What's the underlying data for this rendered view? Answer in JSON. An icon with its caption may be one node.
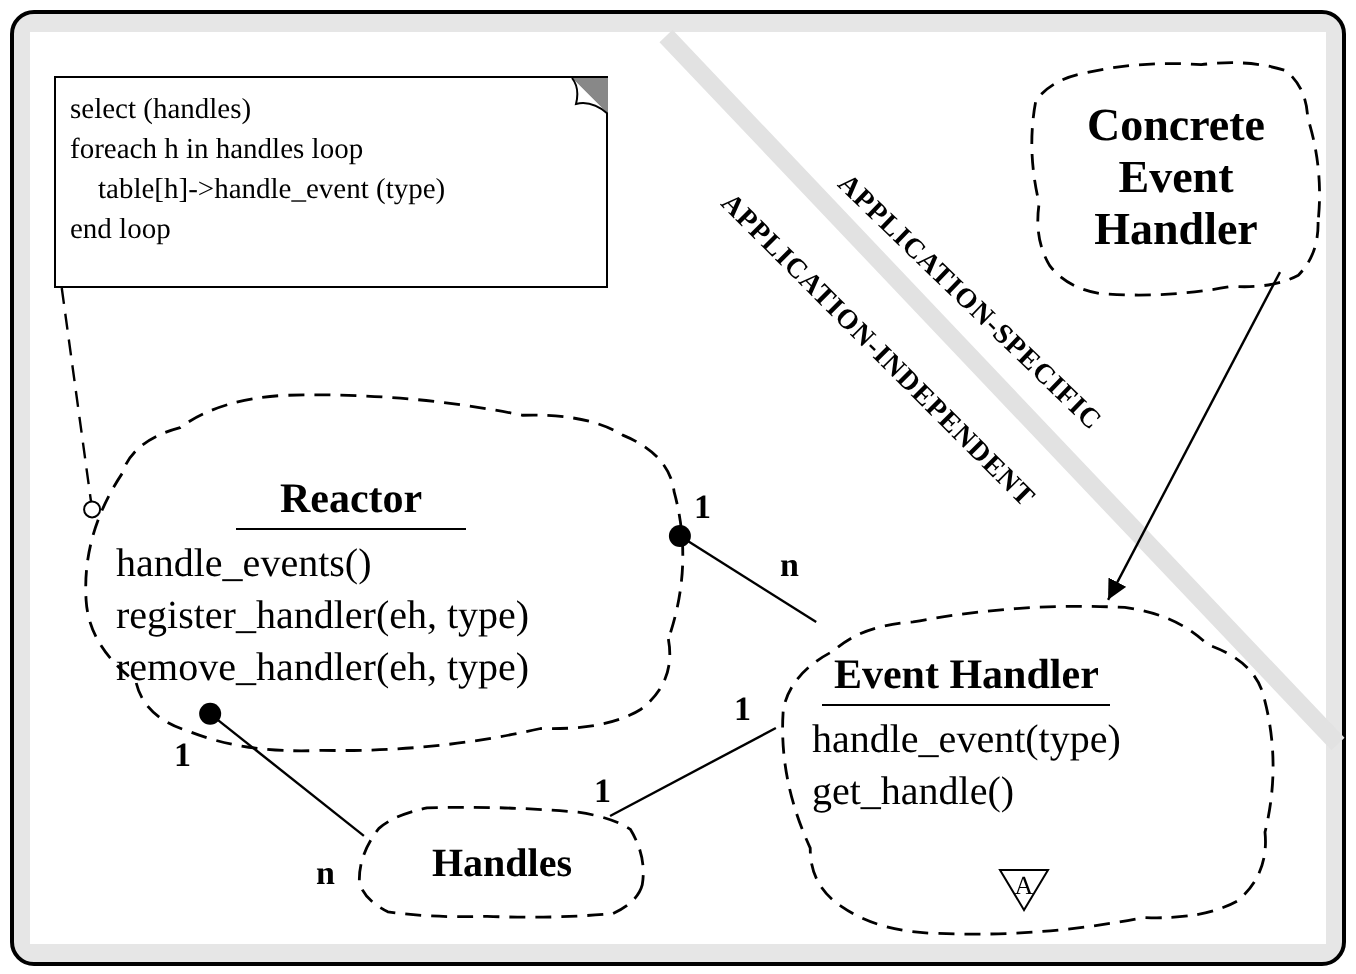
{
  "diagram": {
    "nodes": [
      {
        "text": [
          "select (handles)",
          "foreach h in handles loop",
          "table[h]->handle_event (type)",
          "end loop"
        ]
      },
      {
        "text": [
          "Reactor",
          "handle_events()",
          "register_handler(eh, type)",
          "remove_handler(eh, type)"
        ]
      },
      {
        "text": [
          "Concrete Event Handler"
        ]
      },
      {
        "text": [
          "Event Handler",
          "handle_event(type)",
          "get_handle()",
          "A"
        ]
      },
      {
        "text": [
          "Handles"
        ]
      }
    ],
    "edges": [
      {
        "from": 0,
        "to": 1,
        "arrow": "other",
        "style": "dashed"
      },
      {
        "from": 3,
        "to": 1,
        "arrow": "other"
      },
      {
        "from": 4,
        "to": 1,
        "arrow": "other"
      },
      {
        "from": 4,
        "to": 3,
        "arrow": "none"
      },
      {
        "from": 2,
        "to": 3,
        "arrow": "to"
      }
    ],
    "labels": [
      "APPLICATION-SPECIFIC",
      "APPLICATION-INDEPENDENT",
      "1",
      "n",
      "1",
      "1",
      "1",
      "n"
    ]
  }
}
